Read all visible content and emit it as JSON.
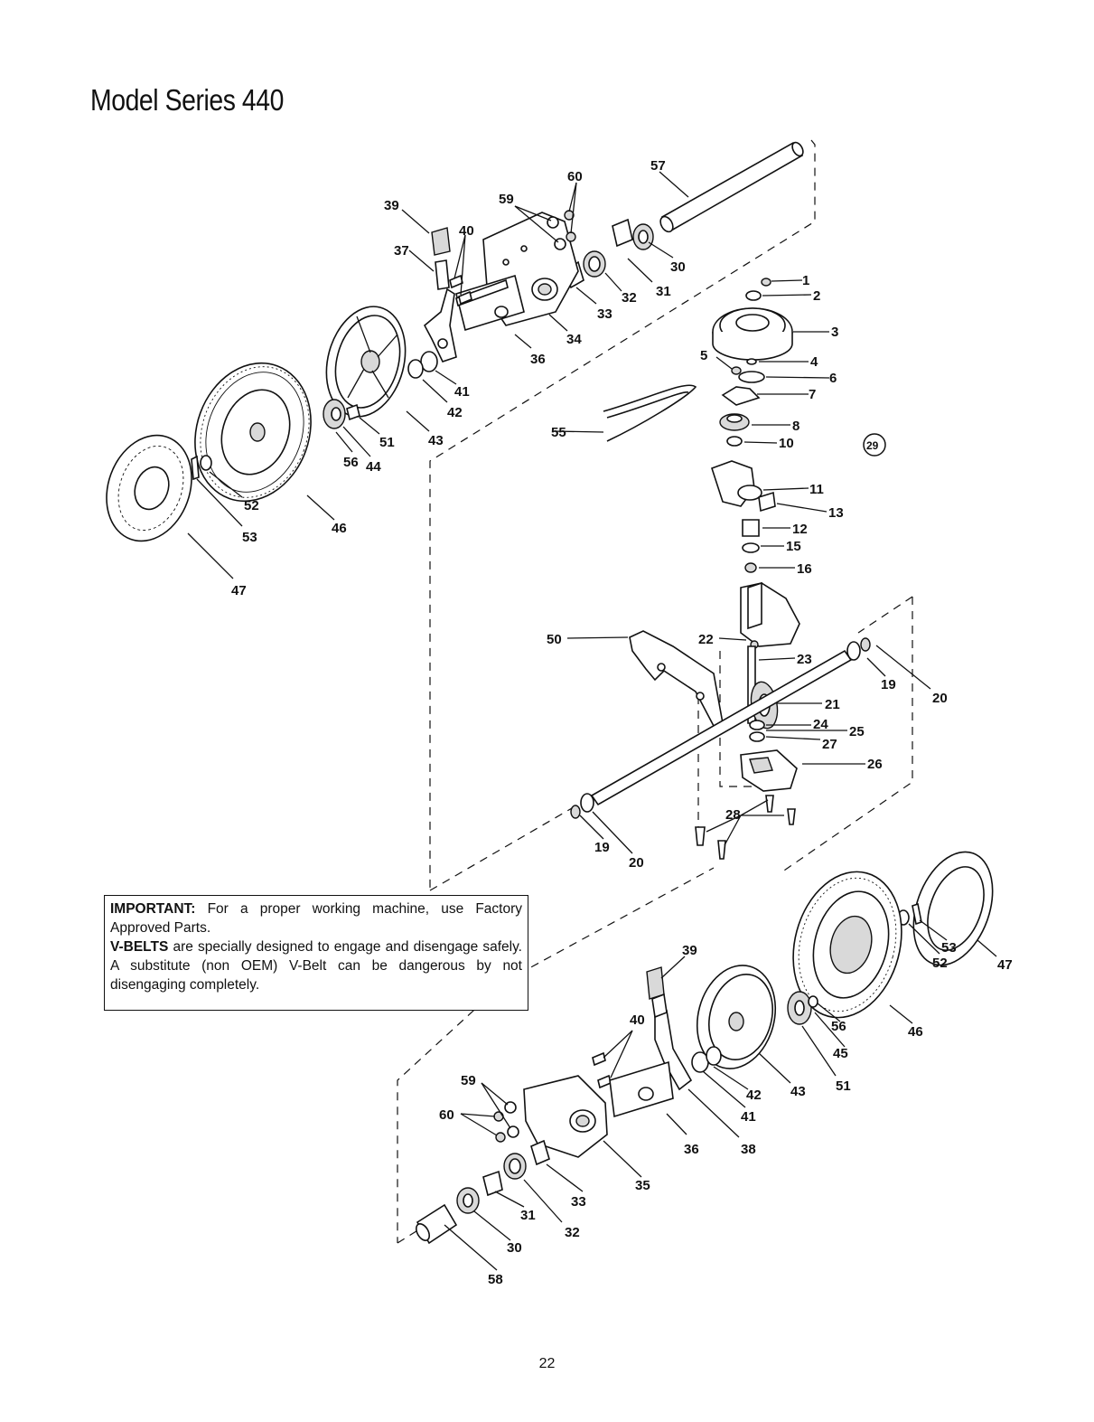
{
  "title": "Model Series 440",
  "important": {
    "heading": "IMPORTANT:",
    "text1": "For a proper working machine, use Factory Approved Parts.",
    "vbelts": "V-BELTS",
    "text2": "are specially designed to engage and disengage safely. A substitute (non OEM) V-Belt can be dangerous by not disengaging completely."
  },
  "page_number": "22",
  "callouts": {
    "upper_left": [
      "39",
      "37",
      "40",
      "59",
      "60",
      "57",
      "30",
      "31",
      "32",
      "33",
      "34",
      "36",
      "41",
      "42",
      "43",
      "51",
      "44",
      "56",
      "52",
      "53",
      "46",
      "47"
    ],
    "center": [
      "1",
      "2",
      "3",
      "4",
      "5",
      "6",
      "7",
      "8",
      "10",
      "11",
      "13",
      "12",
      "15",
      "16",
      "50",
      "22",
      "23",
      "21",
      "24",
      "25",
      "27",
      "26",
      "19",
      "20",
      "19",
      "20",
      "28",
      "55"
    ],
    "circled": "29",
    "lower_right": [
      "39",
      "40",
      "59",
      "60",
      "36",
      "38",
      "42",
      "41",
      "43",
      "35",
      "33",
      "32",
      "31",
      "30",
      "58",
      "51",
      "45",
      "56",
      "46",
      "52",
      "53",
      "47"
    ]
  }
}
